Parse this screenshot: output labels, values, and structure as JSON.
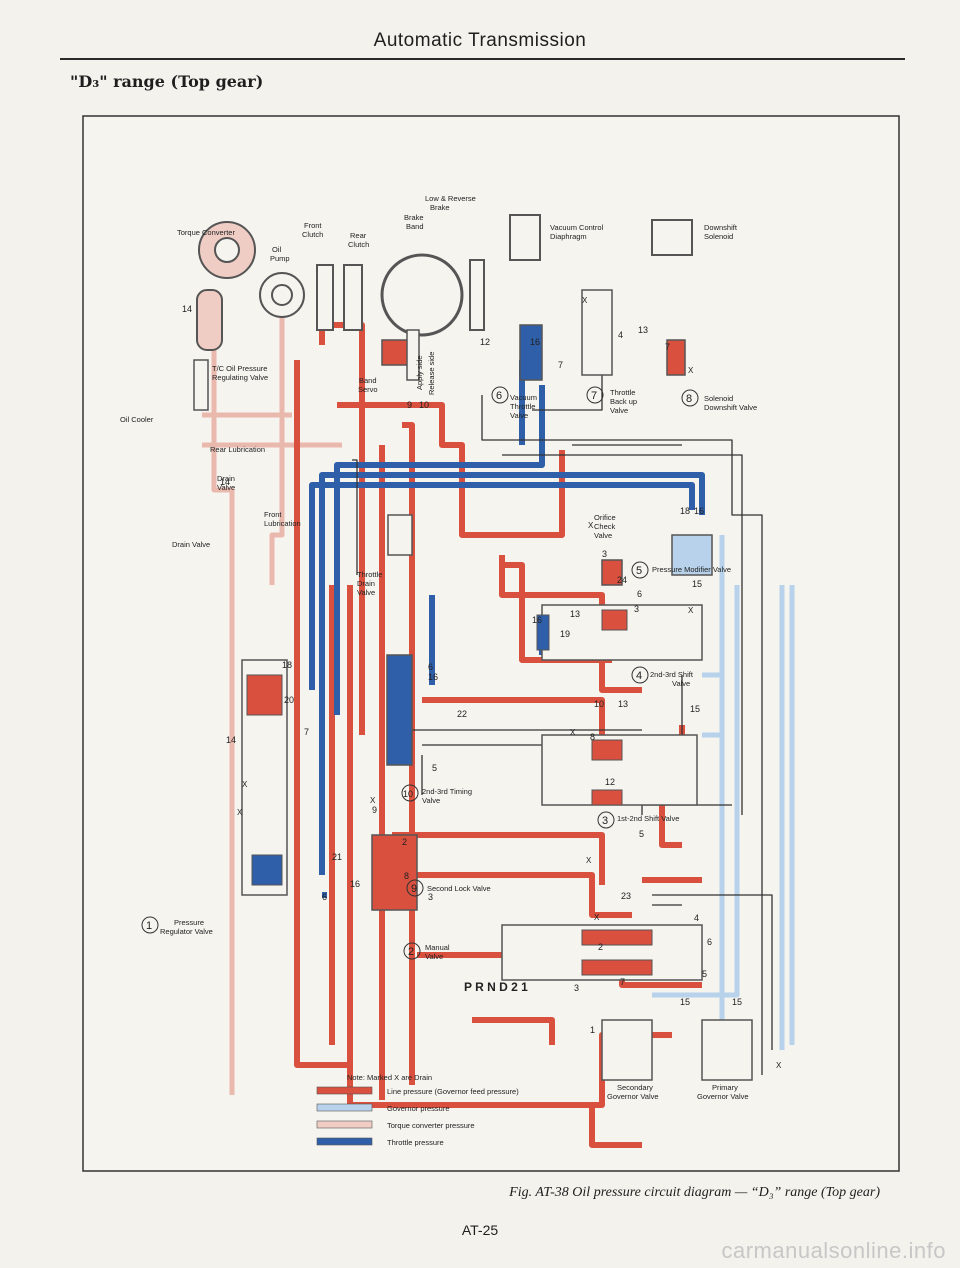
{
  "header": {
    "title": "Automatic Transmission"
  },
  "section": {
    "heading": "\"D₃\" range (Top gear)"
  },
  "diagram": {
    "labels": {
      "torque_converter": "Torque Converter",
      "oil_pump_1": "Oil",
      "oil_pump_2": "Pump",
      "front_clutch_1": "Front",
      "front_clutch_2": "Clutch",
      "rear_clutch_1": "Rear",
      "rear_clutch_2": "Clutch",
      "brake_band_1": "Brake",
      "brake_band_2": "Band",
      "low_reverse_1": "Low & Reverse",
      "low_reverse_2": "Brake",
      "vacuum_1": "Vacuum Control",
      "vacuum_2": "Diaphragm",
      "downshift_1": "Downshift",
      "downshift_2": "Solenoid",
      "tc_valve_1": "T/C Oil Pressure",
      "tc_valve_2": "Regulating Valve",
      "band_servo_1": "Band",
      "band_servo_2": "Servo",
      "apply_side": "Apply side",
      "release_side": "Release side",
      "oil_cooler": "Oil Cooler",
      "rear_lub": "Rear Lubrication",
      "drain_valve_a1": "Drain",
      "drain_valve_a2": "Valve",
      "front_lub_1": "Front",
      "front_lub_2": "Lubrication",
      "drain_valve_b": "Drain Valve",
      "vac_throttle_1": "Vacuum",
      "vac_throttle_2": "Throttle",
      "vac_throttle_3": "Valve",
      "throttle_backup_1": "Throttle",
      "throttle_backup_2": "Back up",
      "throttle_backup_3": "Valve",
      "solenoid_valve_1": "Solenoid",
      "solenoid_valve_2": "Downshift Valve",
      "orifice_1": "Orifice",
      "orifice_2": "Check",
      "orifice_3": "Valve",
      "throttle_drain_1": "Throttle",
      "throttle_drain_2": "Drain",
      "throttle_drain_3": "Valve",
      "pressure_modifier": "Pressure Modifier Valve",
      "shift_23_1": "2nd-3rd Shift",
      "shift_23_2": "Valve",
      "timing_1": "2nd-3rd Timing",
      "timing_2": "Valve",
      "shift_12": "1st-2nd Shift Valve",
      "second_lock": "Second Lock Valve",
      "pressure_reg_1": "Pressure",
      "pressure_reg_2": "Regulator Valve",
      "manual_1": "Manual",
      "manual_2": "Valve",
      "prnd": "P R N D 2 1",
      "sec_gov_1": "Secondary",
      "sec_gov_2": "Governor Valve",
      "pri_gov_1": "Primary",
      "pri_gov_2": "Governor Valve"
    },
    "markers": {
      "m1": "1",
      "m2": "2",
      "m3": "3",
      "m4": "4",
      "m5": "5",
      "m6": "6",
      "m7": "7",
      "m8": "8",
      "m9": "9",
      "m10": "10"
    },
    "line_numbers": [
      "14",
      "12",
      "16",
      "7",
      "4",
      "13",
      "7",
      "9",
      "10",
      "14",
      "18",
      "16",
      "24",
      "3",
      "15",
      "6",
      "13",
      "16",
      "3",
      "19",
      "10",
      "13",
      "15",
      "18",
      "20",
      "7",
      "14",
      "22",
      "6",
      "16",
      "5",
      "8",
      "12",
      "5",
      "9",
      "2",
      "8",
      "3",
      "21",
      "16",
      "6",
      "23",
      "4",
      "6",
      "5",
      "7",
      "15",
      "15",
      "2",
      "3",
      "1"
    ],
    "drain_marks": [
      "X",
      "X",
      "X",
      "X",
      "X",
      "X",
      "X",
      "X",
      "X",
      "X",
      "X"
    ]
  },
  "legend": {
    "note": "Note:  Marked X are Drain",
    "items": [
      {
        "label": "Line pressure (Governor feed pressure)",
        "color": "#d9503f"
      },
      {
        "label": "Governor pressure",
        "color": "#b7d2ea"
      },
      {
        "label": "Torque converter pressure",
        "color": "#f0cdc4"
      },
      {
        "label": "Throttle pressure",
        "color": "#2f5fa8"
      }
    ]
  },
  "caption": "Fig. AT-38  Oil pressure circuit diagram — “D₃” range (Top gear)",
  "page_number": "AT-25",
  "watermark": "carmanualsonline.info"
}
